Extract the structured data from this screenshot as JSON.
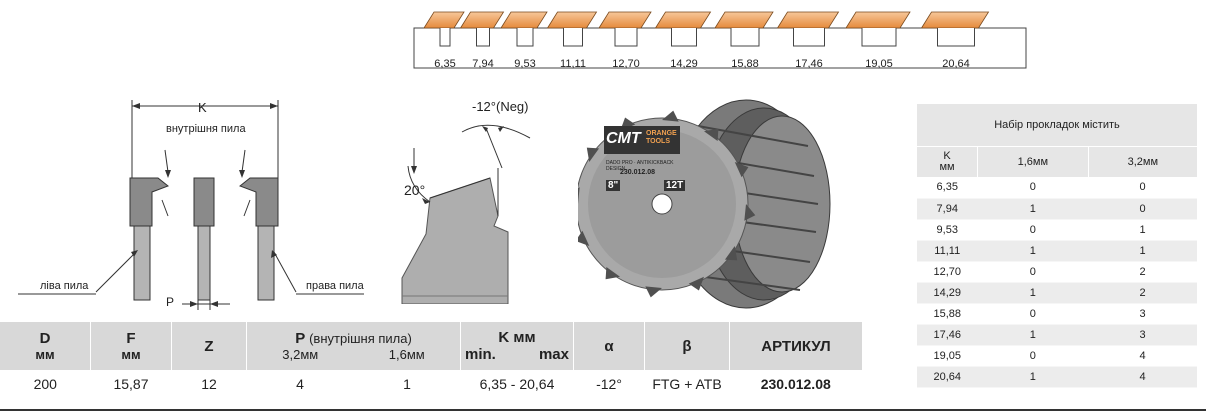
{
  "grooves": [
    "6,35",
    "7,94",
    "9,53",
    "11,11",
    "12,70",
    "14,29",
    "15,88",
    "17,46",
    "19,05",
    "20,64"
  ],
  "diagram": {
    "k_label": "K",
    "inner_saw": "внутрішня пила",
    "left_saw": "ліва пила",
    "right_saw": "права пила",
    "p_label": "P",
    "neg_angle": "-12°(Neg)",
    "angle_20": "20°"
  },
  "blade": {
    "brand": "CMT",
    "brand_sub_1": "ORANGE",
    "brand_sub_2": "TOOLS",
    "model_text": "DADO PRO · ANTIKICKBACK DESIGN",
    "code": "230.012.08",
    "teeth": "12T",
    "size": "8\""
  },
  "spec": {
    "headers": {
      "d": "D",
      "d_unit": "мм",
      "f": "F",
      "f_unit": "мм",
      "z": "Z",
      "p": "P",
      "p_sub": "(внутрішня  пила)",
      "p_a": "3,2мм",
      "p_b": "1,6мм",
      "k": "K мм",
      "k_min": "min.",
      "k_max": "max",
      "alpha": "α",
      "beta": "β",
      "article": "АРТИКУЛ"
    },
    "row": {
      "d": "200",
      "f": "15,87",
      "z": "12",
      "p_a": "4",
      "p_b": "1",
      "k": "6,35 - 20,64",
      "alpha": "-12°",
      "beta": "FTG + ATB",
      "article": "230.012.08"
    }
  },
  "shims": {
    "caption": "Набір прокладок містить",
    "col_k": "K",
    "col_k_unit": "мм",
    "col_a": "1,6мм",
    "col_b": "3,2мм",
    "rows": [
      [
        "6,35",
        "0",
        "0"
      ],
      [
        "7,94",
        "1",
        "0"
      ],
      [
        "9,53",
        "0",
        "1"
      ],
      [
        "11,11",
        "1",
        "1"
      ],
      [
        "12,70",
        "0",
        "2"
      ],
      [
        "14,29",
        "1",
        "2"
      ],
      [
        "15,88",
        "0",
        "3"
      ],
      [
        "17,46",
        "1",
        "3"
      ],
      [
        "19,05",
        "0",
        "4"
      ],
      [
        "20,64",
        "1",
        "4"
      ]
    ]
  }
}
